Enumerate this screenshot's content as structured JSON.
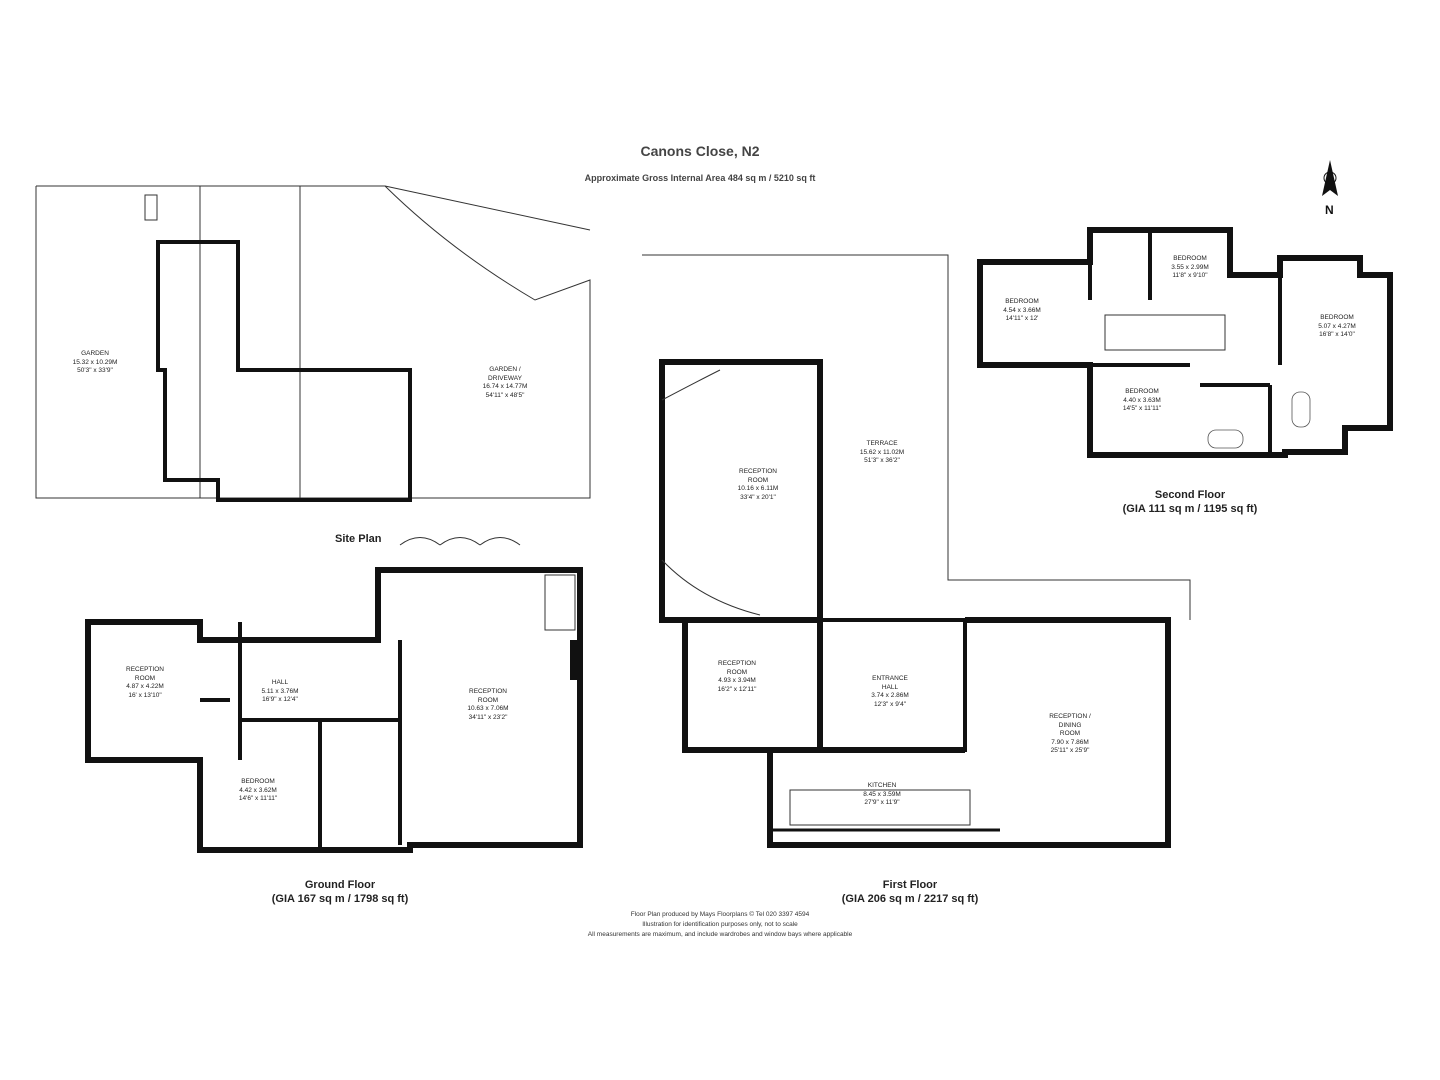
{
  "header": {
    "title": "Canons Close, N2",
    "subtitle": "Approximate Gross Internal Area 484 sq m  /  5210 sq ft"
  },
  "north": {
    "label": "N"
  },
  "site_plan": {
    "label": "Site Plan",
    "rooms": [
      {
        "name": "Garden",
        "metric": "15.32 x 10.29M",
        "imperial": "50'3\" x 33'9\""
      },
      {
        "name": "Garden /",
        "name2": "Driveway",
        "metric": "16.74 x 14.77M",
        "imperial": "54'11\" x 48'5\""
      }
    ]
  },
  "ground_floor": {
    "label": "Ground Floor",
    "gia": "(GIA 167 sq m / 1798 sq ft)",
    "rooms": [
      {
        "name": "Reception",
        "name2": "Room",
        "metric": "4.87 x 4.22M",
        "imperial": "16' x 13'10\""
      },
      {
        "name": "Hall",
        "metric": "5.11 x 3.76M",
        "imperial": "16'9\" x 12'4\""
      },
      {
        "name": "Reception",
        "name2": "Room",
        "metric": "10.63 x 7.06M",
        "imperial": "34'11\" x 23'2\""
      },
      {
        "name": "Bedroom",
        "metric": "4.42 x 3.62M",
        "imperial": "14'6\" x 11'11\""
      }
    ]
  },
  "first_floor": {
    "label": "First Floor",
    "gia": "(GIA 206 sq m / 2217 sq ft)",
    "rooms": [
      {
        "name": "Reception",
        "name2": "Room",
        "metric": "10.16 x 6.11M",
        "imperial": "33'4\" x 20'1\""
      },
      {
        "name": "Terrace",
        "metric": "15.62 x 11.02M",
        "imperial": "51'3\" x 36'2\""
      },
      {
        "name": "Reception",
        "name2": "Room",
        "metric": "4.93 x 3.94M",
        "imperial": "16'2\" x 12'11\""
      },
      {
        "name": "Entrance",
        "name2": "Hall",
        "metric": "3.74 x 2.86M",
        "imperial": "12'3\" x 9'4\""
      },
      {
        "name": "Reception /",
        "name2": "Dining",
        "name3": "Room",
        "metric": "7.90 x 7.86M",
        "imperial": "25'11\" x 25'9\""
      },
      {
        "name": "Kitchen",
        "metric": "8.45 x 3.59M",
        "imperial": "27'9\" x 11'9\""
      }
    ]
  },
  "second_floor": {
    "label": "Second Floor",
    "gia": "(GIA 111 sq m / 1195 sq ft)",
    "rooms": [
      {
        "name": "Bedroom",
        "metric": "3.55 x 2.99M",
        "imperial": "11'8\" x 9'10\""
      },
      {
        "name": "Bedroom",
        "metric": "4.54 x 3.66M",
        "imperial": "14'11\" x 12'"
      },
      {
        "name": "Bedroom",
        "metric": "5.07 x 4.27M",
        "imperial": "16'8\" x 14'0\""
      },
      {
        "name": "Bedroom",
        "metric": "4.40 x 3.63M",
        "imperial": "14'5\" x 11'11\""
      }
    ]
  },
  "footer": {
    "line1": "Floor Plan produced by Mays Floorplans ©  Tel 020 3397 4594",
    "line2": "Illustration for identification purposes only, not to scale",
    "line3": "All measurements are maximum, and include wardrobes and window bays where applicable"
  }
}
